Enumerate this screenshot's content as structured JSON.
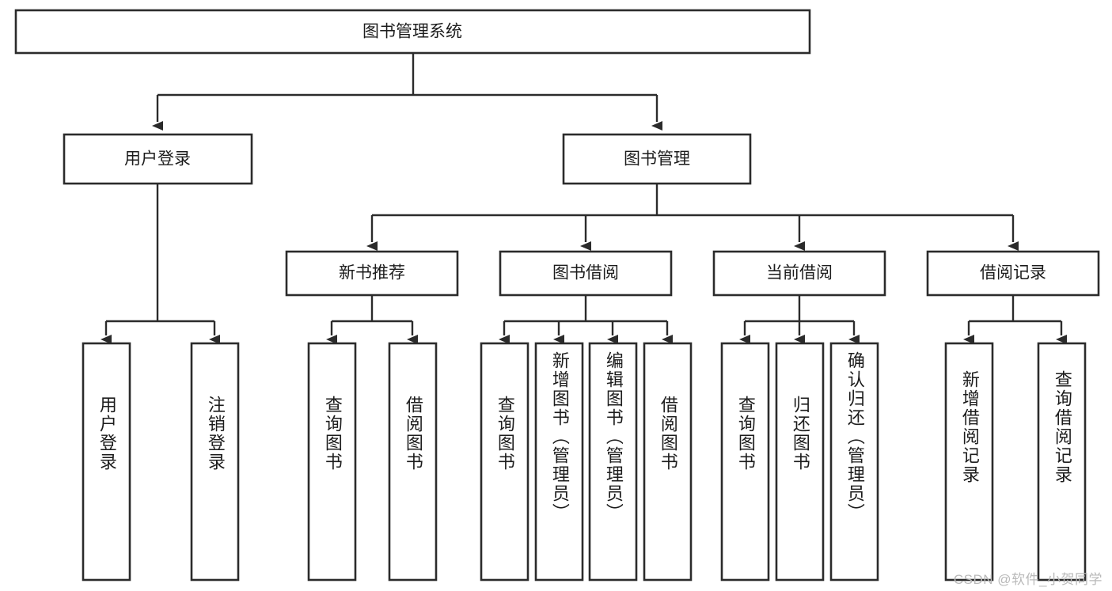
{
  "diagram": {
    "type": "tree-hierarchy",
    "title": "图书管理系统",
    "orientation": "top-down",
    "levels": 4,
    "root": {
      "id": "root",
      "label": "图书管理系统",
      "text_orientation": "horizontal"
    },
    "level2": [
      {
        "id": "user-login",
        "label": "用户登录",
        "text_orientation": "horizontal"
      },
      {
        "id": "book-manage",
        "label": "图书管理",
        "text_orientation": "horizontal"
      }
    ],
    "level3": [
      {
        "id": "new-book-recommend",
        "label": "新书推荐",
        "text_orientation": "horizontal",
        "parent": "book-manage"
      },
      {
        "id": "book-borrow",
        "label": "图书借阅",
        "text_orientation": "horizontal",
        "parent": "book-manage"
      },
      {
        "id": "current-borrow",
        "label": "当前借阅",
        "text_orientation": "horizontal",
        "parent": "book-manage"
      },
      {
        "id": "borrow-record",
        "label": "借阅记录",
        "text_orientation": "horizontal",
        "parent": "book-manage"
      }
    ],
    "leaves": [
      {
        "id": "leaf-user-login",
        "label": "用户登录",
        "text_orientation": "vertical",
        "parent": "user-login"
      },
      {
        "id": "leaf-logout",
        "label": "注销登录",
        "text_orientation": "vertical",
        "parent": "user-login"
      },
      {
        "id": "leaf-query-book-1",
        "label": "查询图书",
        "text_orientation": "vertical",
        "parent": "new-book-recommend"
      },
      {
        "id": "leaf-borrow-book-1",
        "label": "借阅图书",
        "text_orientation": "vertical",
        "parent": "new-book-recommend"
      },
      {
        "id": "leaf-query-book-2",
        "label": "查询图书",
        "text_orientation": "vertical",
        "parent": "book-borrow"
      },
      {
        "id": "leaf-add-book",
        "label": "新增图书（管理员）",
        "text_orientation": "vertical",
        "parent": "book-borrow"
      },
      {
        "id": "leaf-edit-book",
        "label": "编辑图书（管理员）",
        "text_orientation": "vertical",
        "parent": "book-borrow"
      },
      {
        "id": "leaf-borrow-book-2",
        "label": "借阅图书",
        "text_orientation": "vertical",
        "parent": "book-borrow"
      },
      {
        "id": "leaf-query-book-3",
        "label": "查询图书",
        "text_orientation": "vertical",
        "parent": "current-borrow"
      },
      {
        "id": "leaf-return-book",
        "label": "归还图书",
        "text_orientation": "vertical",
        "parent": "current-borrow"
      },
      {
        "id": "leaf-confirm-return",
        "label": "确认归还（管理员）",
        "text_orientation": "vertical",
        "parent": "current-borrow"
      },
      {
        "id": "leaf-add-record",
        "label": "新增借阅记录",
        "text_orientation": "vertical",
        "parent": "borrow-record"
      },
      {
        "id": "leaf-query-record",
        "label": "查询借阅记录",
        "text_orientation": "vertical",
        "parent": "borrow-record"
      }
    ]
  },
  "watermark": {
    "text": "CSDN @软件_小贺同学"
  },
  "colors": {
    "box_stroke": "#2b2b2b",
    "box_fill": "#ffffff",
    "connector": "#2b2b2b",
    "text": "#1c1c1c",
    "watermark": "#b9b9b9",
    "background": "#ffffff"
  }
}
